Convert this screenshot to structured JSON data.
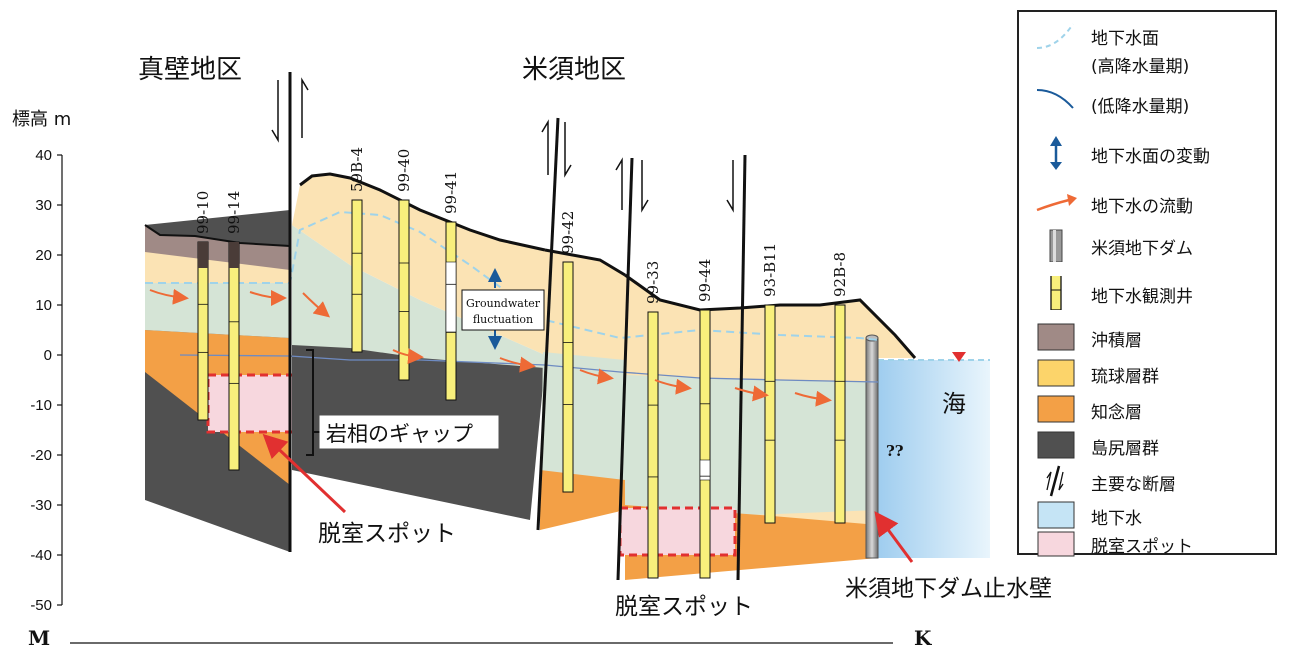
{
  "areas": {
    "left": "真壁地区",
    "right": "米須地区"
  },
  "axis": {
    "title": "標高 m",
    "ticks": [
      "40",
      "30",
      "20",
      "10",
      "0",
      "-10",
      "-20",
      "-30",
      "-40",
      "-50"
    ],
    "start": "M",
    "end": "K"
  },
  "wells": [
    "99-10",
    "99-14",
    "59B-4",
    "99-40",
    "99-41",
    "99-42",
    "99-33",
    "99-44",
    "93-B11",
    "92B-8"
  ],
  "annotations": {
    "fluctuation_line1": "Groundwater",
    "fluctuation_line2": "fluctuation",
    "gap": "岩相のギャップ",
    "spot_left": "脱室スポット",
    "spot_bottom": "脱室スポット",
    "dam_wall": "米須地下ダム止水壁",
    "sea": "海",
    "unknown": "??"
  },
  "legend": {
    "items": [
      {
        "label": "地下水面",
        "icon": "water-table-high-icon"
      },
      {
        "label": "(高降水量期)",
        "icon": ""
      },
      {
        "label": "(低降水量期)",
        "icon": "water-table-low-icon"
      },
      {
        "label": "地下水面の変動",
        "icon": "fluctuation-arrow-icon"
      },
      {
        "label": "地下水の流動",
        "icon": "flow-arrow-icon"
      },
      {
        "label": "米須地下ダム",
        "icon": "dam-icon"
      },
      {
        "label": "地下水観測井",
        "icon": "well-icon"
      },
      {
        "label": "沖積層",
        "icon": "alluvium-swatch"
      },
      {
        "label": "琉球層群",
        "icon": "ryukyu-swatch"
      },
      {
        "label": "知念層",
        "icon": "chinen-swatch"
      },
      {
        "label": "島尻層群",
        "icon": "shimajiri-swatch"
      },
      {
        "label": "主要な断層",
        "icon": "fault-icon"
      },
      {
        "label": "地下水",
        "icon": "groundwater-swatch"
      },
      {
        "label": "脱室スポット",
        "icon": "spot-swatch"
      }
    ]
  },
  "colors": {
    "alluvium": "#a08a86",
    "ryukyu": "#fbe3b4",
    "chinen": "#f3a046",
    "shimajiri": "#505050",
    "groundwater": "#d5e4d6",
    "sea": "#b9dcf3",
    "spot": "#f7d7de",
    "well": "#f8ef7c",
    "flow": "#ee6a36",
    "fluctuation": "#1a5a9a",
    "water_high": "#9fd3ea",
    "water_low": "#6e8bc2",
    "highlight": "#e13030"
  }
}
